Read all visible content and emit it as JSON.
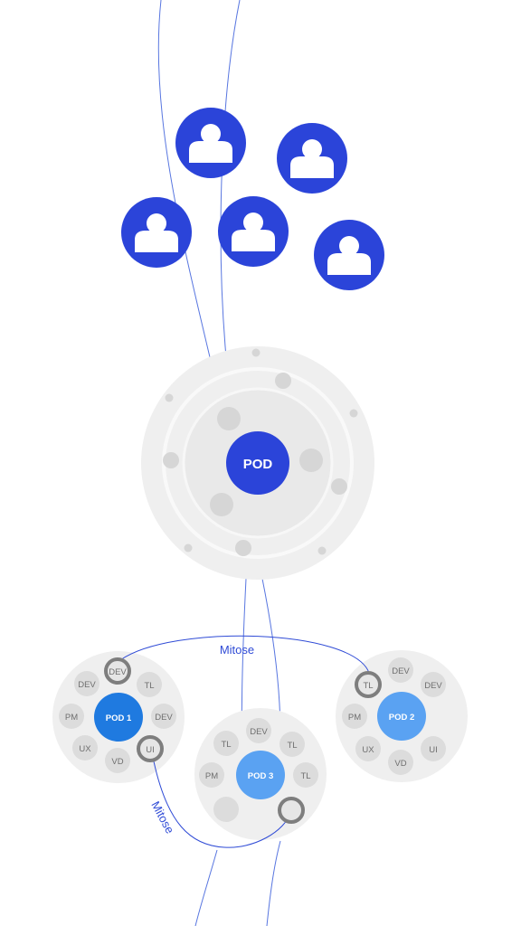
{
  "colors": {
    "accent": "#2b44d9",
    "pod1": "#1f7ae0",
    "pod_light": "#5aa2f2",
    "line": "#5876e0",
    "disc": "#eeeeee",
    "member": "#dcdcdc"
  },
  "people": {
    "count": 5,
    "icon": "person-icon"
  },
  "main_pod": {
    "label": "POD"
  },
  "mitose_labels": [
    "Mitose",
    "Mitose"
  ],
  "pods": [
    {
      "label": "POD 1",
      "members": [
        "DEV",
        "TL",
        "DEV",
        "UI",
        "VD",
        "UX",
        "PM",
        "DEV"
      ]
    },
    {
      "label": "POD 2",
      "members": [
        "DEV",
        "DEV",
        "UI",
        "VD",
        "UX",
        "PM",
        "TL"
      ]
    },
    {
      "label": "POD 3",
      "members": [
        "DEV",
        "TL",
        "TL",
        "PM",
        "TL"
      ]
    }
  ]
}
